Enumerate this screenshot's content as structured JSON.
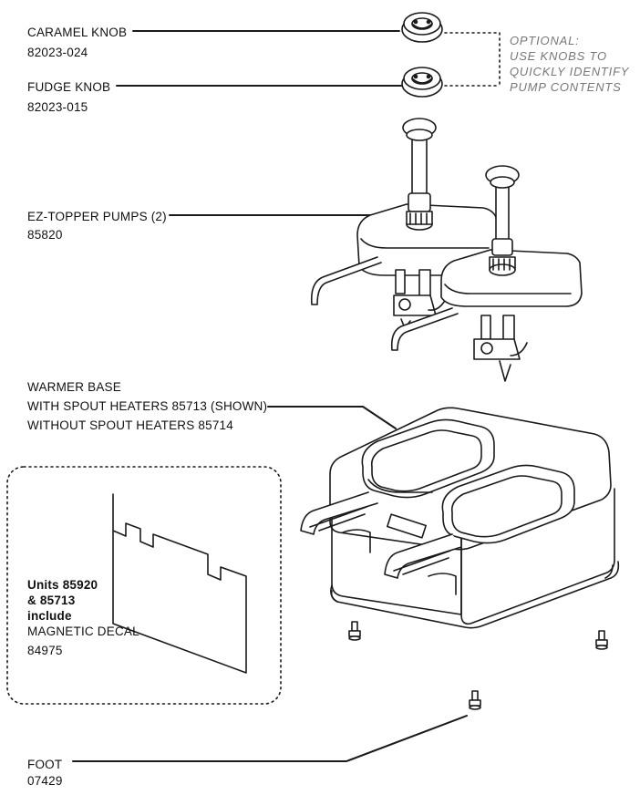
{
  "parts": {
    "caramel_knob": {
      "name": "CARAMEL KNOB",
      "number": "82023-024"
    },
    "fudge_knob": {
      "name": "FUDGE KNOB",
      "number": "82023-015"
    },
    "pumps": {
      "name": "EZ-TOPPER PUMPS (2)",
      "number": "85820"
    },
    "warmer_base": {
      "name": "WARMER BASE",
      "line2": "WITH SPOUT HEATERS 85713 (SHOWN)",
      "line3": "WITHOUT SPOUT HEATERS 85714"
    },
    "decal": {
      "units_line1": "Units 85920",
      "units_line2": "& 85713",
      "units_line3": "include",
      "name": "MAGNETIC DECAL",
      "number": "84975"
    },
    "foot": {
      "name": "FOOT",
      "number": "07429"
    }
  },
  "optional_note": {
    "line1": "OPTIONAL:",
    "line2": "USE KNOBS TO",
    "line3": "QUICKLY IDENTIFY",
    "line4": "PUMP CONTENTS"
  },
  "colors": {
    "line": "#1a1a1a",
    "note": "#777777"
  }
}
